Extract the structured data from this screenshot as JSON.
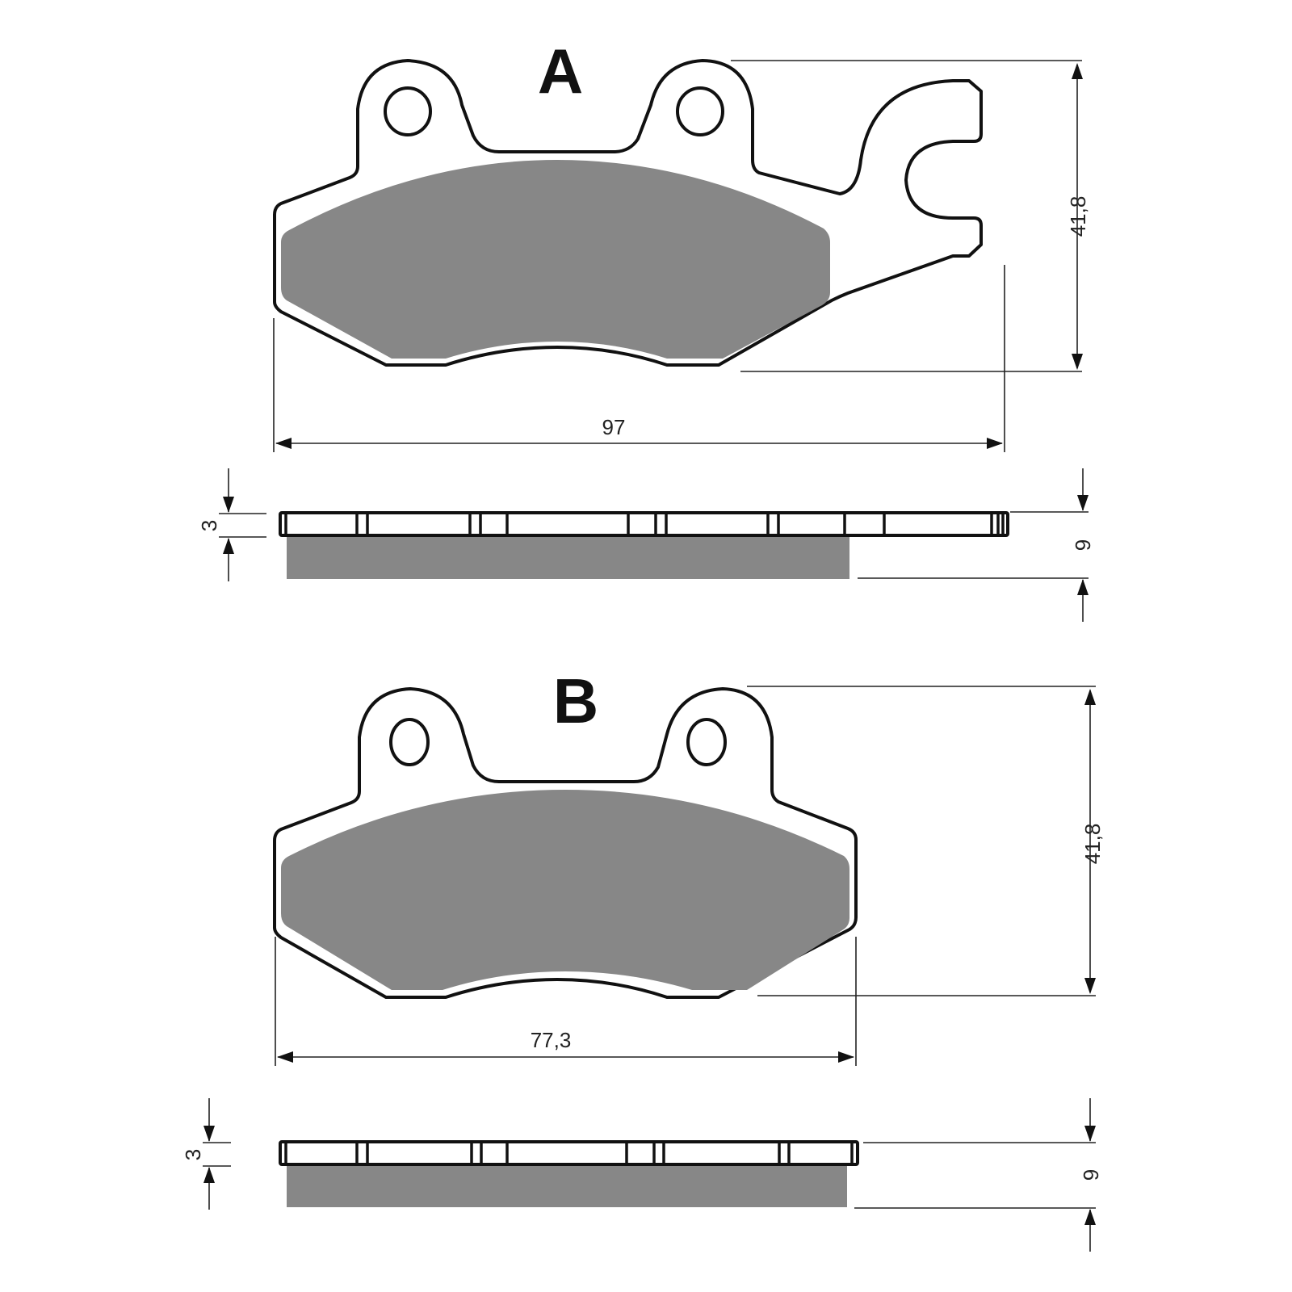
{
  "drawing": {
    "colors": {
      "friction_material": "#878787",
      "outline": "#111111",
      "background": "#ffffff"
    },
    "pads": [
      {
        "label": "A",
        "front_view": {
          "width_dim": "97",
          "height_dim": "41,8"
        },
        "side_view": {
          "plate_thickness_dim": "3",
          "total_thickness_dim": "9"
        }
      },
      {
        "label": "B",
        "front_view": {
          "width_dim": "77,3",
          "height_dim": "41,8"
        },
        "side_view": {
          "plate_thickness_dim": "3",
          "total_thickness_dim": "9"
        }
      }
    ]
  }
}
